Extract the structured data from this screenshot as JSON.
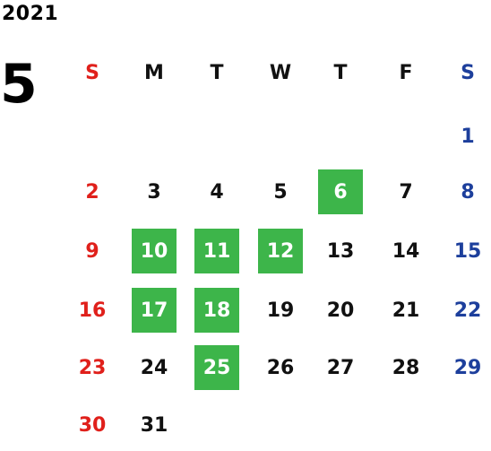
{
  "year": "2021",
  "month": "5",
  "weekdays": [
    "S",
    "M",
    "T",
    "W",
    "T",
    "F",
    "S"
  ],
  "weeks": [
    [
      "",
      "",
      "",
      "",
      "",
      "",
      "1"
    ],
    [
      "2",
      "3",
      "4",
      "5",
      "6",
      "7",
      "8"
    ],
    [
      "9",
      "10",
      "11",
      "12",
      "13",
      "14",
      "15"
    ],
    [
      "16",
      "17",
      "18",
      "19",
      "20",
      "21",
      "22"
    ],
    [
      "23",
      "24",
      "25",
      "26",
      "27",
      "28",
      "29"
    ],
    [
      "30",
      "31",
      "",
      "",
      "",
      "",
      ""
    ]
  ],
  "highlighted_days": [
    "6",
    "10",
    "11",
    "12",
    "17",
    "18",
    "25"
  ],
  "colors": {
    "sunday": "#e0201b",
    "saturday": "#1d3f9c",
    "highlight_bg": "#3db54a",
    "highlight_text": "#ffffff",
    "weekday_text": "#111111"
  }
}
